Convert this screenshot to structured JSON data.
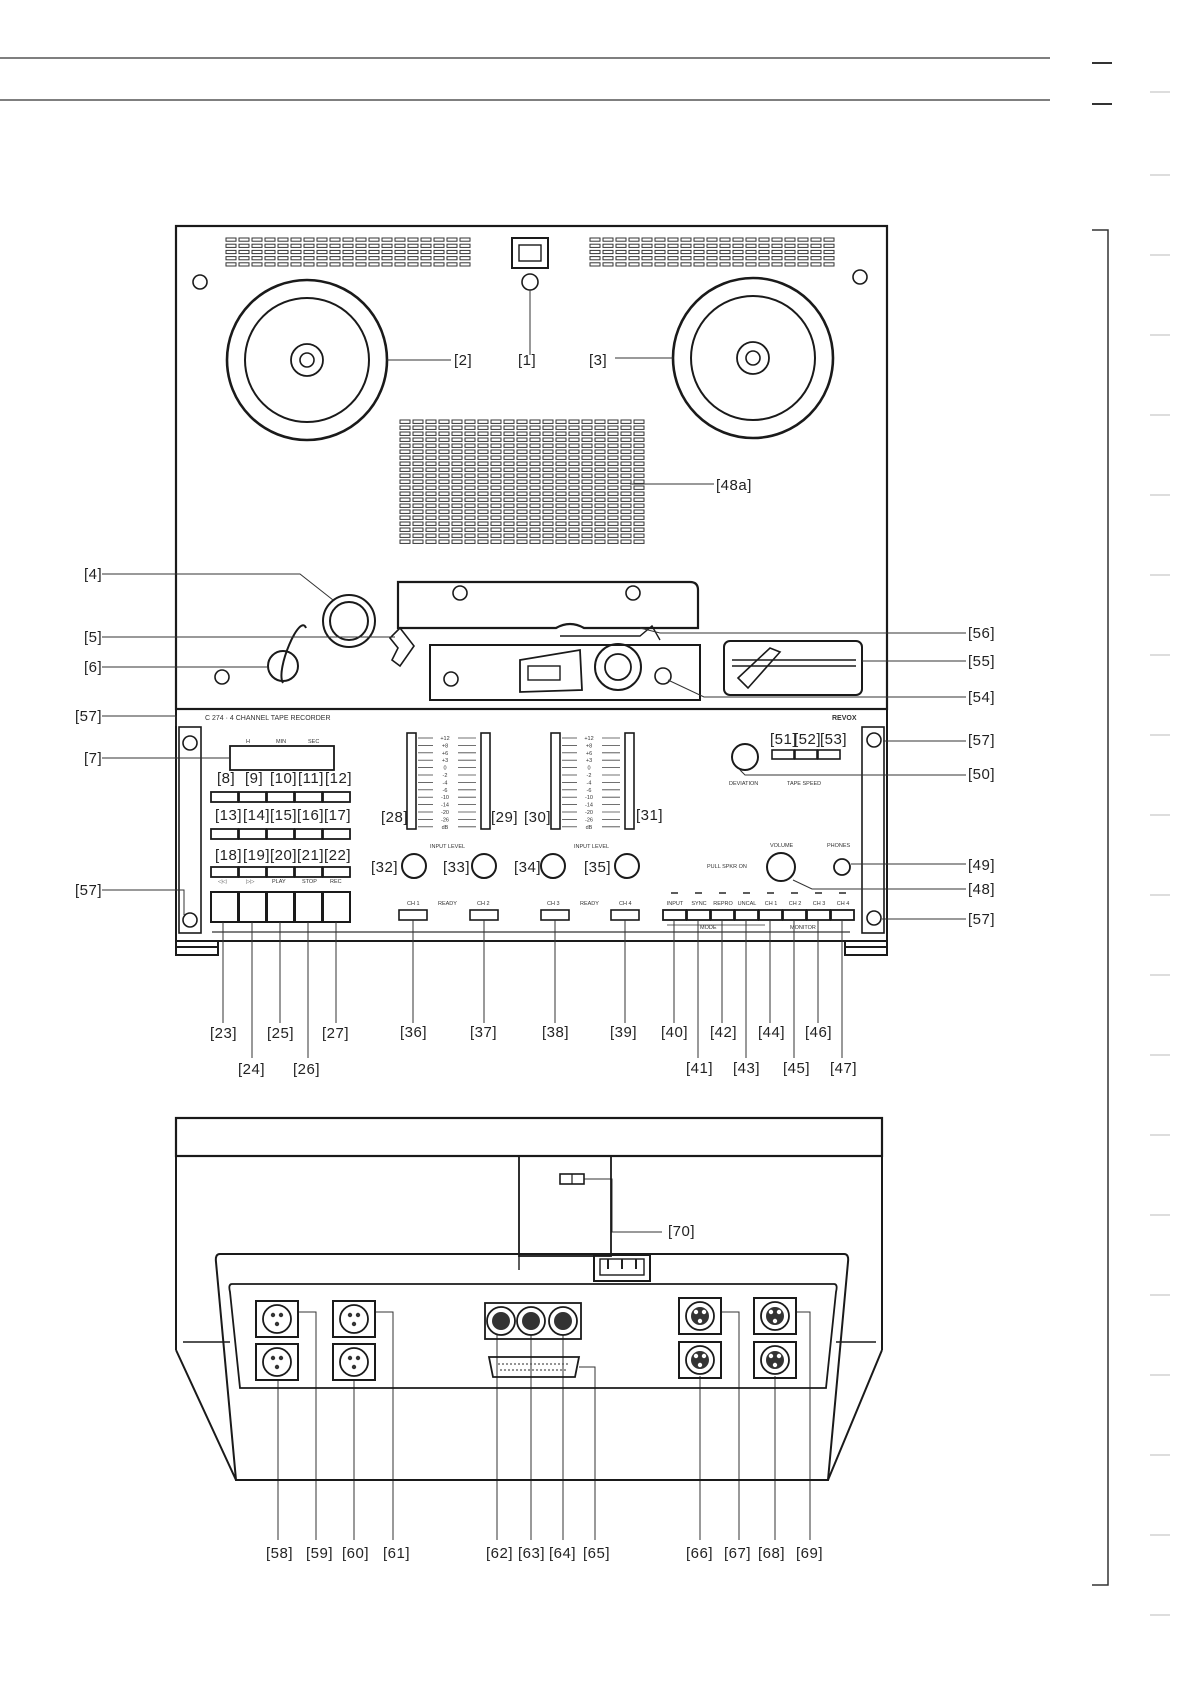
{
  "front": {
    "model_text": "C 274  ·  4 CHANNEL  TAPE  RECORDER",
    "brand": "REVOX",
    "counter_labels": [
      "H",
      "MIN",
      "SEC"
    ],
    "meter_scale": [
      "+12",
      "+8",
      "+6",
      "+3",
      "0",
      "-2",
      "-4",
      "-6",
      "-10",
      "-14",
      "-20",
      "-26",
      "dB"
    ],
    "input_level": "INPUT LEVEL",
    "ready": "READY",
    "channels": [
      "CH 1",
      "CH 2",
      "CH 3",
      "CH 4"
    ],
    "transport": [
      "◁◁",
      "▷▷",
      "PLAY",
      "STOP",
      "REC"
    ],
    "deviation": "DEVIATION",
    "tape_speed": "TAPE SPEED",
    "volume": "VOLUME",
    "phones": "PHONES",
    "pull_spkr_on": "PULL SPKR ON",
    "monitor_keys": [
      "INPUT",
      "SYNC",
      "REPRO",
      "UNCAL",
      "CH 1",
      "CH 2",
      "CH 3",
      "CH 4"
    ],
    "mode": "MODE",
    "monitor": "MONITOR"
  },
  "callouts": {
    "c1": "[1]",
    "c2": "[2]",
    "c3": "[3]",
    "c48a": "[48a]",
    "c4": "[4]",
    "c5": "[5]",
    "c6": "[6]",
    "c57a": "[57]",
    "c7": "[7]",
    "c57b": "[57]",
    "c56": "[56]",
    "c55": "[55]",
    "c54": "[54]",
    "c57c": "[57]",
    "c50": "[50]",
    "c49": "[49]",
    "c48": "[48]",
    "c57d": "[57]",
    "c51": "[51]",
    "c52": "[52]",
    "c53": "[53]",
    "c8": "[8]",
    "c9": "[9]",
    "c10": "[10]",
    "c11": "[11]",
    "c12": "[12]",
    "c13": "[13]",
    "c14": "[14]",
    "c15": "[15]",
    "c16": "[16]",
    "c17": "[17]",
    "c18": "[18]",
    "c19": "[19]",
    "c20": "[20]",
    "c21": "[21]",
    "c22": "[22]",
    "c28": "[28]",
    "c29": "[29]",
    "c30": "[30]",
    "c31": "[31]",
    "c32": "[32]",
    "c33": "[33]",
    "c34": "[34]",
    "c35": "[35]",
    "c23": "[23]",
    "c25": "[25]",
    "c27": "[27]",
    "c24": "[24]",
    "c26": "[26]",
    "c36": "[36]",
    "c37": "[37]",
    "c38": "[38]",
    "c39": "[39]",
    "c40": "[40]",
    "c42": "[42]",
    "c44": "[44]",
    "c46": "[46]",
    "c41": "[41]",
    "c43": "[43]",
    "c45": "[45]",
    "c47": "[47]",
    "c70": "[70]",
    "c58": "[58]",
    "c59": "[59]",
    "c60": "[60]",
    "c61": "[61]",
    "c62": "[62]",
    "c63": "[63]",
    "c64": "[64]",
    "c65": "[65]",
    "c66": "[66]",
    "c67": "[67]",
    "c68": "[68]",
    "c69": "[69]"
  }
}
